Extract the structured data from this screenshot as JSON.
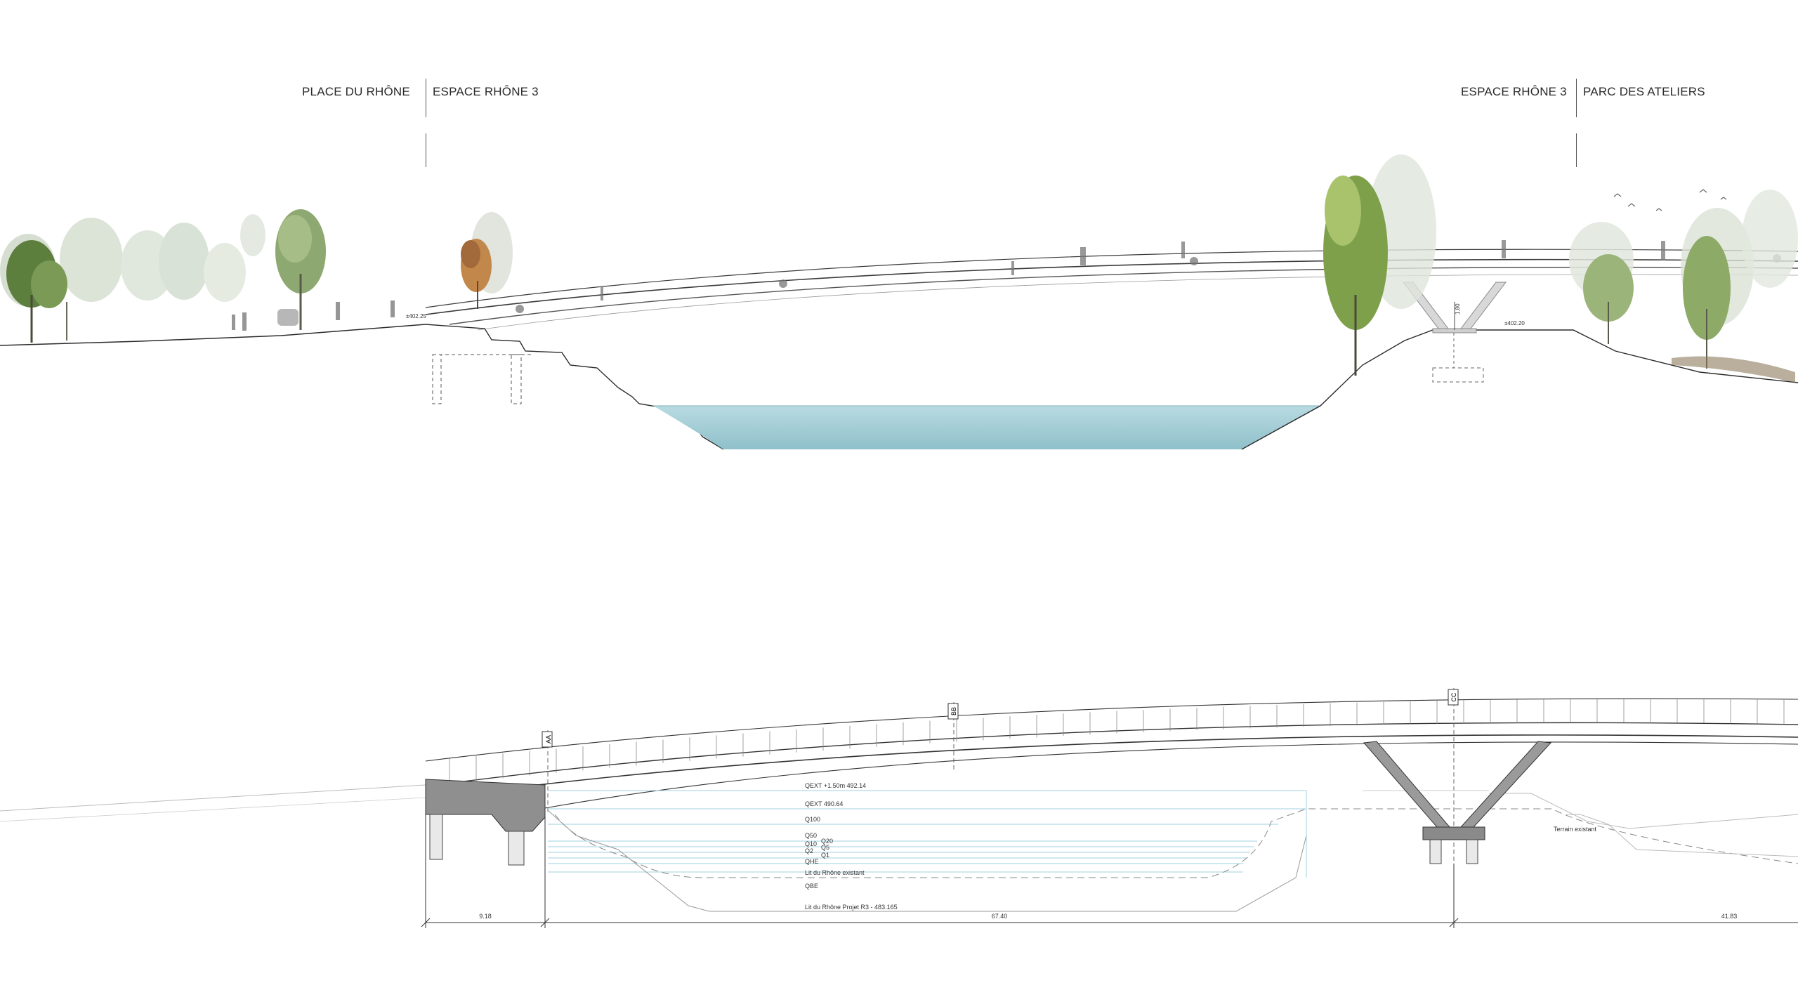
{
  "zones": {
    "left_outer": "PLACE DU RHÔNE",
    "left_inner": "ESPACE RHÔNE 3",
    "right_inner": "ESPACE RHÔNE 3",
    "right_outer": "PARC DES ATELIERS"
  },
  "elevation": {
    "left_level": "±402.25",
    "right_level": "±402.20",
    "pier_height": "1.80"
  },
  "section": {
    "markers": {
      "a": "AA",
      "b": "BB",
      "c": "CC"
    },
    "water_levels": {
      "qext_plus": "QEXT +1.50m 492.14",
      "qext": "QEXT 490.64",
      "q100": "Q100",
      "q50": "Q50",
      "q20": "Q20",
      "q10": "Q10",
      "q5": "Q5",
      "q2": "Q2",
      "q1": "Q1",
      "qhe": "QHE",
      "lit_existant": "Lit du Rhône existant",
      "qbe": "QBE",
      "lit_projet": "Lit du Rhône Projet R3 - 483.165"
    },
    "terrain": "Terrain existant",
    "dimensions": {
      "left": "9.18",
      "middle": "67.40",
      "right": "41.83"
    }
  },
  "colors": {
    "water_top": "#b9dbe1",
    "water_bottom": "#92c2cc",
    "concrete": "#9a9a9a",
    "line": "#3a3a3a",
    "guide_blue": "#9fd0e0"
  }
}
